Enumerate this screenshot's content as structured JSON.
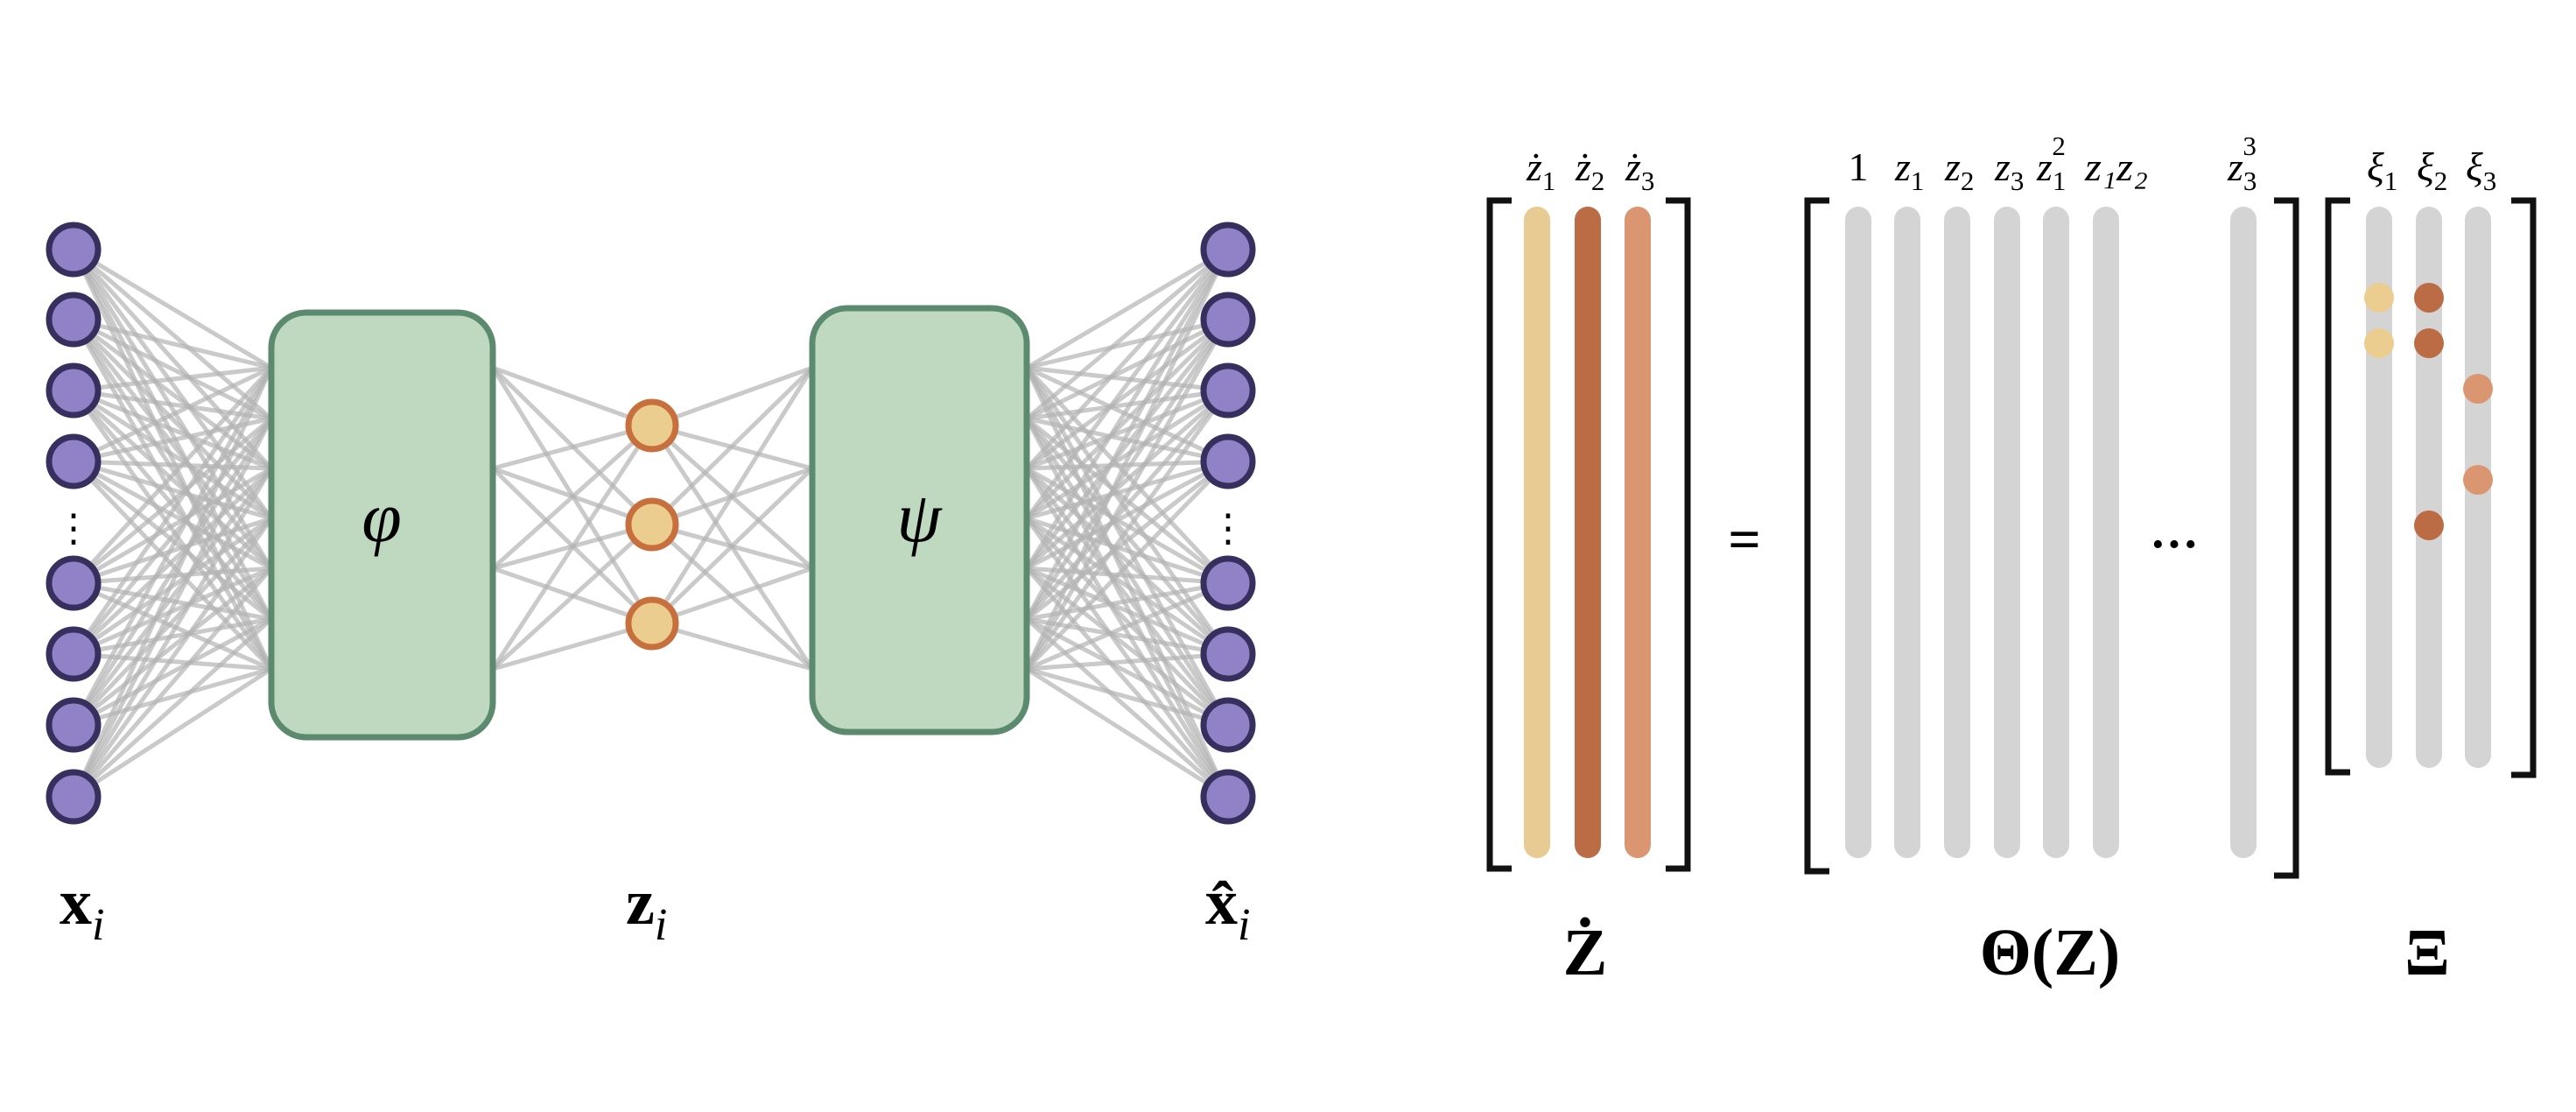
{
  "colors": {
    "input_node_fill": "#9181c6",
    "input_node_stroke": "#37305e",
    "latent_node_fill": "#eccd90",
    "latent_node_stroke": "#c8703d",
    "block_fill": "#bfd9c1",
    "block_stroke": "#5b8a6f",
    "edge": "#b3b3b3",
    "column_gray": "#d4d4d4",
    "zdot1": "#e8cb92",
    "zdot2": "#bb6c44",
    "zdot3": "#da9670",
    "bracket": "#111111"
  },
  "autoencoder": {
    "encoder_symbol": "φ",
    "decoder_symbol": "ψ",
    "input_label": {
      "base": "x",
      "sub": "i"
    },
    "latent_label": {
      "base": "z",
      "sub": "i"
    },
    "output_label": {
      "base": "x̂",
      "sub": "i"
    },
    "ellipsis": "⋮",
    "input_node_count": 8,
    "latent_node_count": 3,
    "output_node_count": 8
  },
  "sindy": {
    "zdot": {
      "column_labels": [
        {
          "base": "ż",
          "sub": "1"
        },
        {
          "base": "ż",
          "sub": "2"
        },
        {
          "base": "ż",
          "sub": "3"
        }
      ],
      "matrix_label": "Ż"
    },
    "equals": "=",
    "theta": {
      "column_labels": [
        {
          "base": "1"
        },
        {
          "base": "z",
          "sub": "1"
        },
        {
          "base": "z",
          "sub": "2"
        },
        {
          "base": "z",
          "sub": "3"
        },
        {
          "base": "z",
          "sub": "1",
          "sup": "2"
        },
        {
          "base": "z₁z₂"
        },
        {
          "base": "z",
          "sub": "3",
          "sup": "3"
        }
      ],
      "ellipsis": "···",
      "matrix_label": "Θ(Z)"
    },
    "xi": {
      "column_labels": [
        {
          "base": "ξ",
          "sub": "1"
        },
        {
          "base": "ξ",
          "sub": "2"
        },
        {
          "base": "ξ",
          "sub": "3"
        }
      ],
      "matrix_label": "Ξ",
      "nonzero_entries": [
        {
          "column": 1,
          "row": 1,
          "color": "#eccd90"
        },
        {
          "column": 1,
          "row": 2,
          "color": "#eccd90"
        },
        {
          "column": 2,
          "row": 1,
          "color": "#bb6c44"
        },
        {
          "column": 2,
          "row": 2,
          "color": "#bb6c44"
        },
        {
          "column": 2,
          "row": 6,
          "color": "#bb6c44"
        },
        {
          "column": 3,
          "row": 3,
          "color": "#da9670"
        },
        {
          "column": 3,
          "row": 5,
          "color": "#da9670"
        }
      ]
    }
  }
}
